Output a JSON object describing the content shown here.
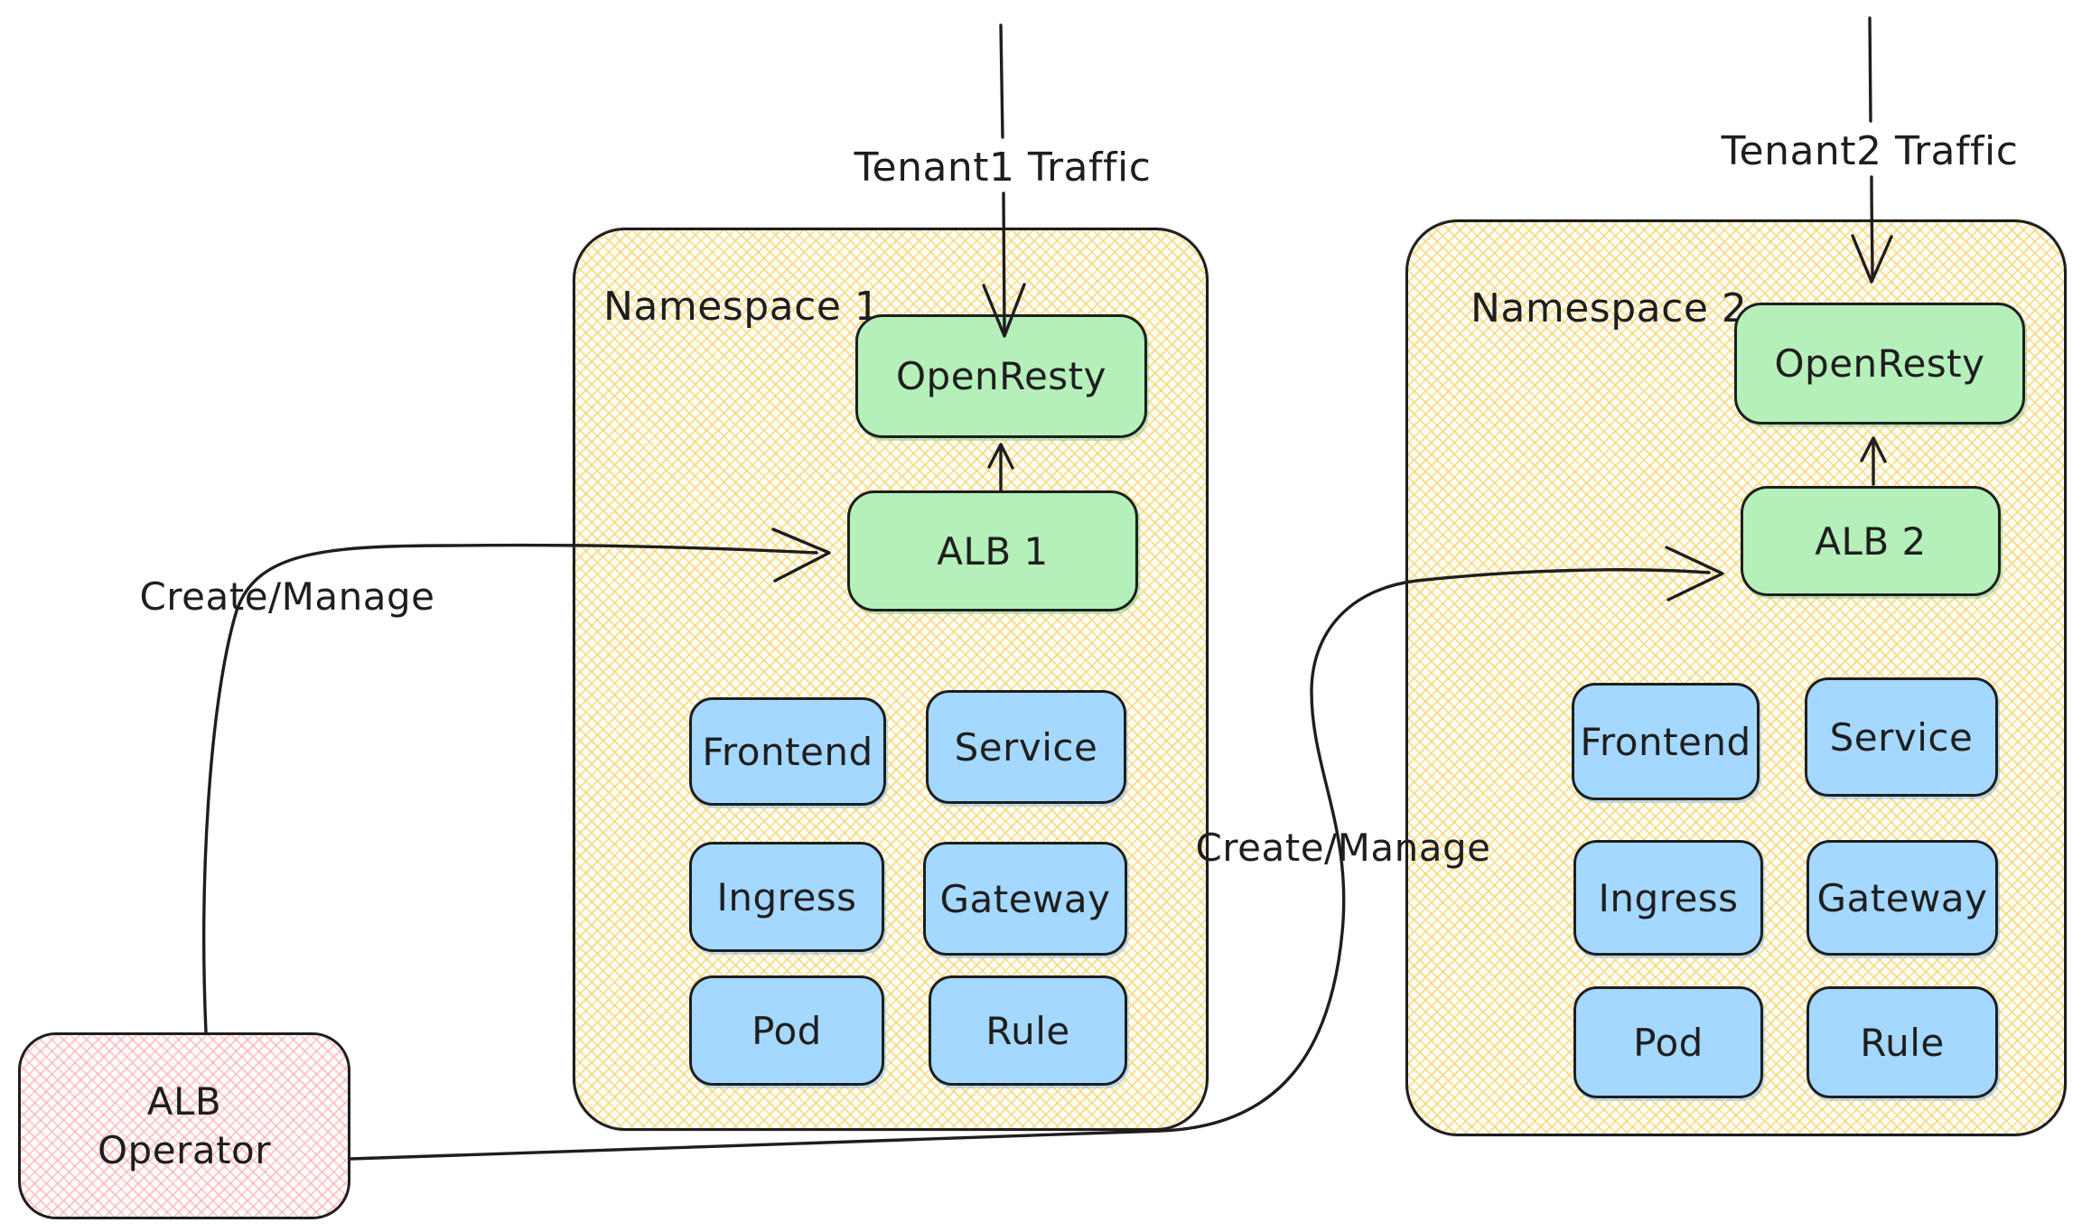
{
  "colors": {
    "stroke": "#1e1e1e",
    "green_fill": "#b5efba",
    "blue_fill": "#a5d8ff",
    "yellow_hatch": "rgba(246,212,112,0.70)",
    "pink_hatch": "rgba(255,170,170,0.60)"
  },
  "tenants": [
    {
      "label": "Tenant1 Traffic"
    },
    {
      "label": "Tenant2 Traffic"
    }
  ],
  "namespaces": [
    {
      "title": "Namespace 1",
      "proxy": "OpenResty",
      "alb": "ALB 1",
      "resources": [
        "Frontend",
        "Service",
        "Ingress",
        "Gateway",
        "Pod",
        "Rule"
      ]
    },
    {
      "title": "Namespace 2",
      "proxy": "OpenResty",
      "alb": "ALB 2",
      "resources": [
        "Frontend",
        "Service",
        "Ingress",
        "Gateway",
        "Pod",
        "Rule"
      ]
    }
  ],
  "operator": {
    "line1": "ALB",
    "line2": "Operator"
  },
  "edges": {
    "create_manage_left": "Create/Manage",
    "create_manage_right": "Create/Manage"
  }
}
